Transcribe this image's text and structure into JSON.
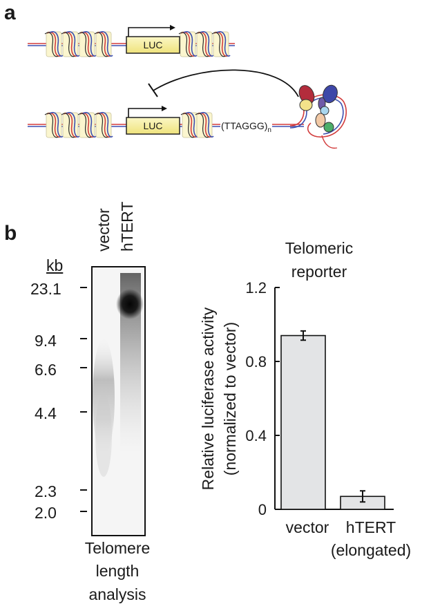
{
  "panel_a": {
    "letter": "a",
    "top_gene": "LUC",
    "bottom_gene": "LUC",
    "repeat_label": "(TTAGGG)",
    "repeat_subscript": "n"
  },
  "panel_b": {
    "letter": "b",
    "gel": {
      "lane_labels": [
        "vector",
        "hTERT"
      ],
      "unit_label": "kb",
      "markers": [
        "23.1",
        "9.4",
        "6.6",
        "4.4",
        "2.3",
        "2.0"
      ],
      "caption": [
        "Telomere",
        "length",
        "analysis"
      ]
    },
    "chart_data": {
      "type": "bar",
      "title": [
        "Telomeric",
        "reporter"
      ],
      "ylabel": [
        "Relative luciferase activity",
        "(normalized to vector)"
      ],
      "ylim": [
        0,
        1.2
      ],
      "yticks": [
        "0",
        "0.4",
        "0.8",
        "1.2"
      ],
      "categories": [
        "vector",
        "hTERT\n(elongated)"
      ],
      "category_lines": [
        [
          "vector"
        ],
        [
          "hTERT",
          "(elongated)"
        ]
      ],
      "values": [
        0.94,
        0.07
      ],
      "errors": [
        0.025,
        0.03
      ],
      "bar_color": "#e3e4e6"
    }
  }
}
